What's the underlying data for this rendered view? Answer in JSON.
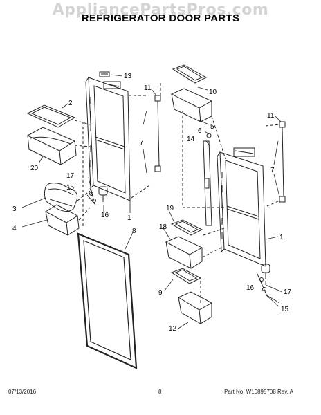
{
  "watermark": "AppliancePartsPros.com",
  "title": "REFRIGERATOR DOOR PARTS",
  "callouts": {
    "c1a": "1",
    "c1b": "1",
    "c2": "2",
    "c3": "3",
    "c4": "4",
    "c5": "5",
    "c6": "6",
    "c7a": "7",
    "c7b": "7",
    "c8": "8",
    "c9": "9",
    "c10": "10",
    "c11a": "11",
    "c11b": "11",
    "c12": "12",
    "c13": "13",
    "c14": "14",
    "c15a": "15",
    "c15b": "15",
    "c16a": "16",
    "c16b": "16",
    "c17a": "17",
    "c17b": "17",
    "c18": "18",
    "c19": "19",
    "c20": "20"
  },
  "footer": {
    "date": "07/13/2016",
    "page": "8",
    "part": "Part No. W10895708  Rev. A"
  }
}
